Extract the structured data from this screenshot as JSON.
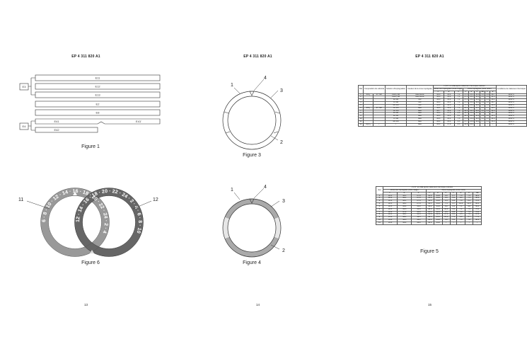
{
  "document": {
    "header": "EP 4 311 820 A1",
    "pages": [
      {
        "page_number": "13"
      },
      {
        "page_number": "14"
      },
      {
        "page_number": "15"
      }
    ]
  },
  "fig1": {
    "caption": "Figure 1",
    "labels": [
      "E11",
      "E12",
      "E13",
      "E2",
      "E8",
      "E41",
      "E41'",
      "E42"
    ],
    "groups": [
      "E3",
      "E4"
    ]
  },
  "fig3": {
    "caption": "Figure 3",
    "refs": [
      "1",
      "4",
      "3",
      "2"
    ]
  },
  "fig4": {
    "caption": "Figure 4",
    "refs": [
      "1",
      "4",
      "3",
      "2"
    ]
  },
  "fig5": {
    "caption": "Figure 5",
    "header_ref": "Ref",
    "header_main": "L*a*b* en 2ΔE après traitement thermique intérieur",
    "header_sub1": "Zone non impregnée (zone rouge)",
    "header_sub2": "Zone impregnée (zone noire)",
    "cols": [
      "L*",
      "a*",
      "b*",
      "L*",
      "a*",
      "b*",
      "ΔE"
    ],
    "rows": [
      [
        "1",
        "22.4",
        "38.1",
        "27.8",
        "32.8",
        "44.8",
        "0.0",
        "2.7",
        "7.0",
        "7.5",
        "38.3"
      ],
      [
        "2",
        "22.6",
        "38.1",
        "27.8",
        "32.8",
        "44.8",
        "0.0",
        "3.2",
        "8.4",
        "7.1",
        "36.3"
      ],
      [
        "3",
        "22.6",
        "38.1",
        "27.8",
        "33.8",
        "44.8",
        "3.4",
        "2.8",
        "7.8",
        "8.4",
        "70.5"
      ],
      [
        "4",
        "22.5",
        "38.1",
        "27.8",
        "33.5",
        "44.8",
        "7.4",
        "3.7",
        "10.8",
        "12.3",
        "60.4"
      ],
      [
        "5",
        "22.5",
        "36.4",
        "30.0",
        "33.2",
        "44.8",
        "8.0",
        "4.1",
        "7.1",
        "9.8",
        "50.4"
      ],
      [
        "6",
        "22.5",
        "36.5",
        "30.6",
        "48.9",
        "43.6",
        "12.3",
        "3.2",
        "7.2",
        "7.5",
        "75.2"
      ],
      [
        "7",
        "22.6",
        "37.2",
        "30.6",
        "26.1",
        "23.6",
        "2.9",
        "2.8",
        "7.0",
        "7.4",
        "74.2"
      ],
      [
        "8",
        "22.4",
        "38.1",
        "31.6",
        "41.8",
        "41.8",
        "17.1",
        "6.0",
        "1.5",
        "7.0",
        "97.8"
      ],
      [
        "9",
        "21.6",
        "38.1",
        "38.5",
        "48.5",
        "44.6",
        "23.3",
        "7.1",
        "4.8",
        "8.7",
        "77.4"
      ],
      [
        "10",
        "24.8",
        "38.5",
        "38.3",
        "46.4",
        "44.8",
        "5.8",
        "3.2",
        "7.0",
        "7.8",
        "90.3"
      ],
      [
        "11",
        "24.8",
        "36.4",
        "38.6",
        "44.9",
        "44.8",
        "/",
        "/",
        "/",
        "/",
        "/"
      ]
    ]
  },
  "fig6": {
    "caption": "Figure 6",
    "refs": [
      "11",
      "12"
    ],
    "ring_text_left": "6 · 8 · 10 · 12 · 14 · 16 · 18 · 20 · 22 · 24 · 2 · 4",
    "ring_text_right": "12 · 14 · 16 · 18 · 20 · 22 · 24 · 2 · 4 · 6 · 8 · 10"
  },
  "fig2table": {
    "header_ref": "Ref",
    "h_comp": "Composition du substrat",
    "h_thick": "Solution d'imprégnation",
    "h_color": "Couleur de la zone imprégnée",
    "h_lab": "L*a*b* en 2ΔE après traitement thermique intérieur",
    "h_cond": "Conditions de traitement thermique",
    "sub_nonimp": "Zone non imprégnée (zone rouge)",
    "sub_imp": "Zone imprégnée (zone noire)",
    "cols": [
      "L*",
      "a*",
      "b*",
      "L*",
      "a*",
      "b*",
      "ΔE"
    ],
    "rows": [
      [
        "1",
        "ZrO₂",
        "3Y-TZP",
        "CoCl₂ 1M",
        "bleu foncé",
        "46.0",
        "15.4",
        "7.1",
        "17.1",
        "25.1",
        "45.0",
        "5.2",
        "-0.4",
        "46.7",
        "1450°C"
      ],
      [
        "2",
        "",
        "",
        "CoCl₂ 1M",
        "bleu foncé",
        "46.0",
        "15.4",
        "7.1",
        "17.1",
        "25.1",
        "45.0",
        "4.5",
        "-0.4",
        "46.4",
        "1450°C"
      ],
      [
        "3",
        "",
        "",
        "Fe 1M",
        "noir",
        "46.0",
        "15.4",
        "7.1",
        "17.1",
        "25.2",
        "46.2",
        "4.7",
        "9.4",
        "46.1",
        "1450°C"
      ],
      [
        "4",
        "",
        "",
        "Cr 1M",
        "noir",
        "46.0",
        "15.4",
        "7.1",
        "17.1",
        "25.3",
        "46.2",
        "4.9",
        "4.8",
        "46.7",
        "1450°C"
      ],
      [
        "5",
        "",
        "",
        "Mn 1M",
        "noir",
        "44.9",
        "16.5",
        "7.1",
        "17.1",
        "25.2",
        "45.4",
        "4.6",
        "4.4",
        "46.9",
        "1450°C"
      ],
      [
        "6",
        "ZrO₂",
        "3Y-TZP",
        "Co 1M",
        "bleu",
        "46.6",
        "15.4",
        "7.1",
        "25.2",
        "25.3",
        "45.0",
        "6.0",
        "4.7",
        "30.1",
        "1450°C"
      ],
      [
        "7",
        "",
        "",
        "Co 1M",
        "bleu",
        "46.7",
        "15.4",
        "7.3",
        "32.3",
        "26.5",
        "46.4",
        "4.6",
        "4.4",
        "46.4",
        "1450°C"
      ],
      [
        "8",
        "",
        "",
        "Fe 1M",
        "bleu",
        "46.3",
        "17.9",
        "6.6",
        "32.5",
        "25.8",
        "46.3",
        "6.9",
        "7.3",
        "46.7",
        "1450°C"
      ],
      [
        "9",
        "",
        "",
        "Fe 1M",
        "bleu",
        "48.6",
        "15.4",
        "8.1",
        "18.6",
        "26.6",
        "45.8",
        "4.9",
        "4.8",
        "46.4",
        "1450°C"
      ],
      [
        "10",
        "",
        "",
        "Cr 1M",
        "bleu",
        "46.6",
        "15.4",
        "7.5",
        "17.6",
        "25.9",
        "46.6",
        "5.2",
        "4.6",
        "46.4",
        "1450°C"
      ],
      [
        "11",
        "",
        "",
        "Mn 1M",
        "bleu",
        "46.3",
        "15.4",
        "6.5",
        "17.7",
        "25.8",
        "46.9",
        "5.7",
        "5.2",
        "35.4",
        "1450°C"
      ],
      [
        "12",
        "Al₂O₃",
        "/",
        "/",
        "bleu",
        "46.3",
        "17.9",
        "8.5",
        "18.9",
        "22.2",
        "/",
        "/",
        "/",
        "/",
        "1450°C"
      ]
    ]
  }
}
